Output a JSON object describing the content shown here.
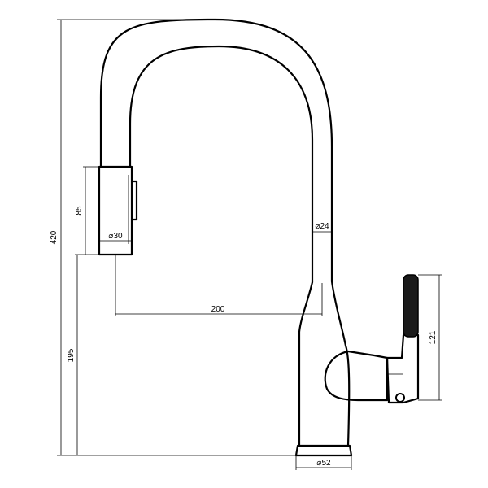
{
  "drawing": {
    "dimensions": {
      "total_height": "420",
      "spout_head_height": "85",
      "spout_height": "195",
      "reach": "200",
      "spout_diameter": "⌀24",
      "head_diameter": "⌀30",
      "handle_height": "121",
      "base_diameter": "⌀52"
    }
  }
}
